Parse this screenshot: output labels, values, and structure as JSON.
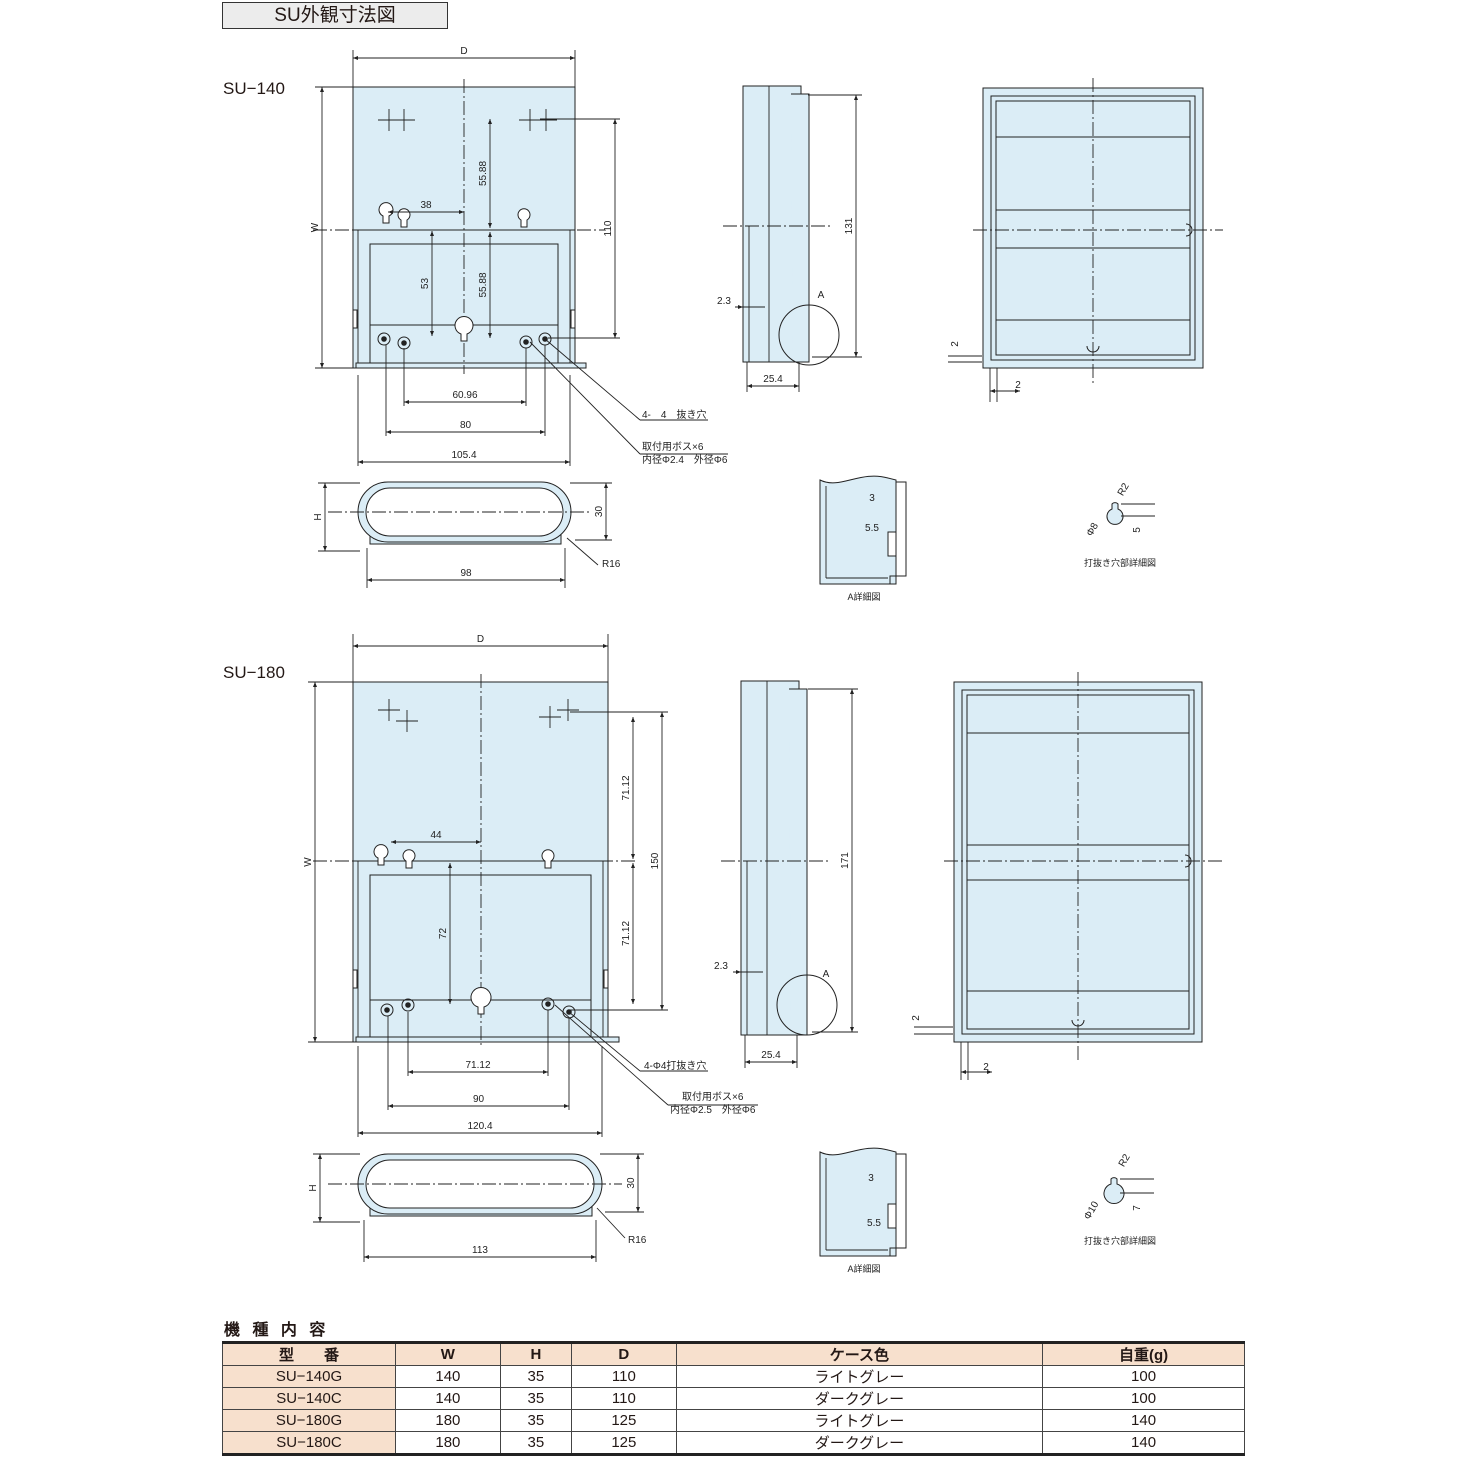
{
  "title": "SU外観寸法図",
  "colors": {
    "panel": "#dbedf6",
    "line": "#222222",
    "table_header": "#f7e0cd"
  },
  "models": [
    {
      "name": "SU−140",
      "dims": {
        "D": "D",
        "W": "W",
        "H": "H",
        "d_55_88_a": "55.88",
        "d_55_88_b": "55.88",
        "d_38": "38",
        "d_53": "53",
        "d_110": "110",
        "d_60_96": "60.96",
        "d_80": "80",
        "d_105_4": "105.4",
        "d_30": "30",
        "d_98": "98",
        "r16": "R16",
        "d_131": "131",
        "d_2_3": "2.3",
        "d_25_4": "25.4",
        "A": "A",
        "d_2a": "2",
        "d_2b": "2"
      },
      "notes": {
        "holes": "4-　4　抜き穴",
        "boss1": "取付用ボス×6",
        "boss2": "内径Φ2.4　外径Φ6"
      },
      "detail_a": {
        "d3": "3",
        "d55": "5.5",
        "caption": "A詳細図"
      },
      "punch": {
        "r2": "R2",
        "phi": "Φ8",
        "d5": "5",
        "caption": "打抜き穴部詳細図"
      }
    },
    {
      "name": "SU−180",
      "dims": {
        "D": "D",
        "W": "W",
        "H": "H",
        "d_71_12_a": "71.12",
        "d_71_12_b": "71.12",
        "d_44": "44",
        "d_72": "72",
        "d_150": "150",
        "d_71_12_c": "71.12",
        "d_90": "90",
        "d_120_4": "120.4",
        "d_30": "30",
        "d_113": "113",
        "r16": "R16",
        "d_171": "171",
        "d_2_3": "2.3",
        "d_25_4": "25.4",
        "A": "A",
        "d_2a": "2",
        "d_2b": "2"
      },
      "notes": {
        "holes": "4-Φ4打抜き穴",
        "boss1": "取付用ボス×6",
        "boss2": "内径Φ2.5　外径Φ6"
      },
      "detail_a": {
        "d3": "3",
        "d55": "5.5",
        "caption": "A詳細図"
      },
      "punch": {
        "r2": "R2",
        "phi": "Φ10",
        "d5": "7",
        "caption": "打抜き穴部詳細図"
      }
    }
  ],
  "spec_table": {
    "heading": "機 種 内 容",
    "headers": [
      "型　　番",
      "W",
      "H",
      "D",
      "ケース色",
      "自重(g)"
    ],
    "rows": [
      [
        "SU−140G",
        "140",
        "35",
        "110",
        "ライトグレー",
        "100"
      ],
      [
        "SU−140C",
        "140",
        "35",
        "110",
        "ダークグレー",
        "100"
      ],
      [
        "SU−180G",
        "180",
        "35",
        "125",
        "ライトグレー",
        "140"
      ],
      [
        "SU−180C",
        "180",
        "35",
        "125",
        "ダークグレー",
        "140"
      ]
    ]
  }
}
